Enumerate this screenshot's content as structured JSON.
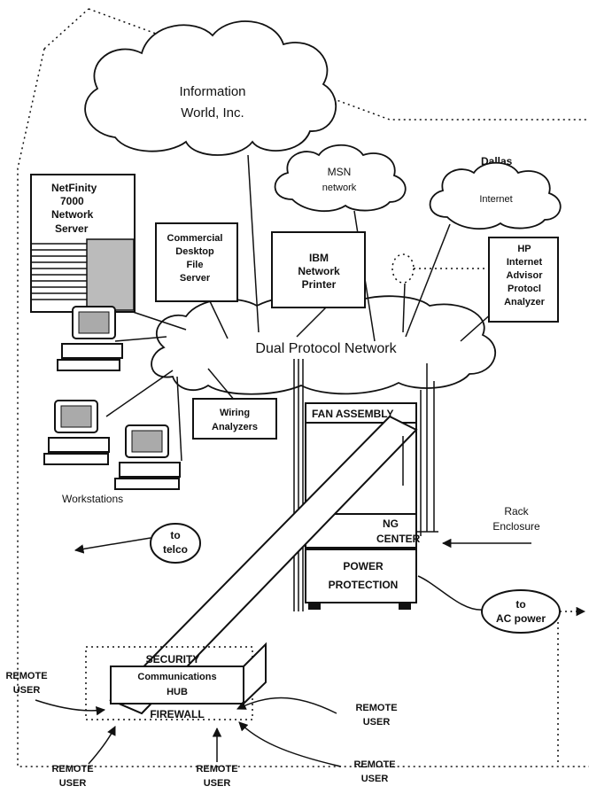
{
  "clouds": {
    "information_world": [
      "Information",
      "World, Inc."
    ],
    "msn": [
      "MSN",
      "network"
    ],
    "internet": "Internet",
    "dual_protocol": "Dual Protocol Network"
  },
  "site_label": "Dallas",
  "server": [
    "NetFinity",
    "7000",
    "Network",
    "Server"
  ],
  "file_server": [
    "Commercial",
    "Desktop",
    "File",
    "Server"
  ],
  "printer": [
    "IBM",
    "Network",
    "Printer"
  ],
  "analyzer": [
    "HP",
    "Internet",
    "Advisor",
    "Protocl",
    "Analyzer"
  ],
  "wiring": [
    "Wiring",
    "Analyzers"
  ],
  "workstations": "Workstations",
  "rack": {
    "fan": "FAN ASSEMBLY",
    "wiring_center": [
      "NG",
      "CENTER"
    ],
    "power": [
      "POWER",
      "PROTECTION"
    ]
  },
  "rack_enclosure": [
    "Rack",
    "Enclosure"
  ],
  "telco": [
    "to",
    "telco"
  ],
  "ac_power": [
    "to",
    "AC power"
  ],
  "hub": {
    "security": "SECURITY",
    "comms": [
      "Communications",
      "HUB"
    ],
    "firewall": "FIREWALL"
  },
  "remote_user": [
    "REMOTE",
    "USER"
  ]
}
